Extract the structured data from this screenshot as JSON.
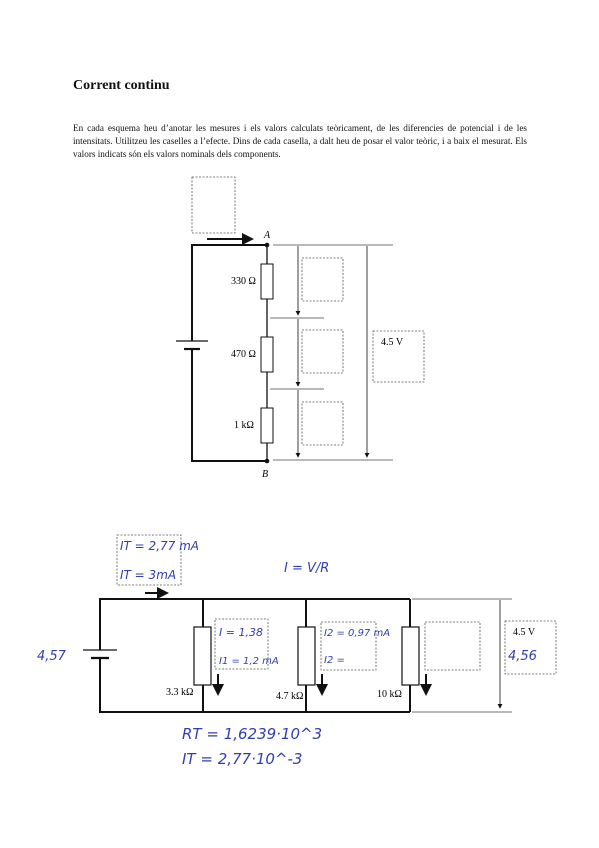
{
  "title": "Corrent continu",
  "intro": "En cada esquema heu d’anotar les mesures i els valors calculats teòricament, de les diferencies de potencial i de les intensitats. Utilitzeu les caselles a l’efecte. Dins de cada casella, a dalt heu de posar el valor teòric, i a baix el mesurat. Els valors indicats són els valors nominals dels components.",
  "circuit1": {
    "node_a": "A",
    "node_b": "B",
    "r1": "330 Ω",
    "r2": "470 Ω",
    "r3": "1 kΩ",
    "voltage": "4.5 V"
  },
  "circuit2": {
    "r1": "3.3 kΩ",
    "r2": "4.7 kΩ",
    "r3": "10 kΩ",
    "voltage": "4.5 V"
  },
  "handwriting": {
    "it_theoretical": "IT = 2,77 mA",
    "it_measured": "IT = 3mA",
    "ohms_law": "I = V/R",
    "i1_top": "I = 1,38",
    "i1_bottom": "I1 = 1,2 mA",
    "i2_top": "I2 = 0,97 mA",
    "i2_bottom": "I2 =",
    "battery_measured": "4,57",
    "voltage_measured": "4,56",
    "rt_total": "RT = 1,6239·10^3",
    "it_total": "IT = 2,77·10^-3"
  },
  "colors": {
    "ink": "#2f3fb0",
    "line": "#111111",
    "box": "#555555"
  }
}
